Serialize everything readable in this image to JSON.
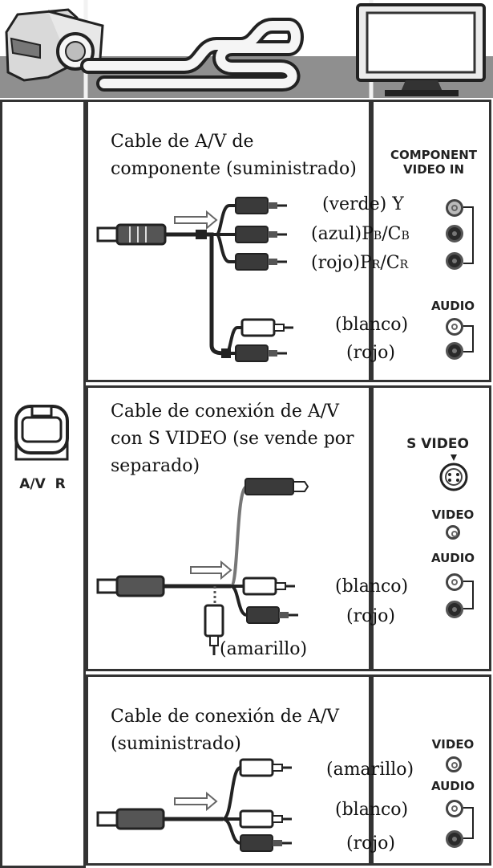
{
  "sections": [
    {
      "title_line1": "Cable de A/V de",
      "title_line2": "componente (suministrado)",
      "tv_label_line1": "COMPONENT",
      "tv_label_line2": "VIDEO IN",
      "audio_label": "AUDIO",
      "plug_labels": {
        "y": "(verde) Y",
        "pb_prefix": "(azul)P",
        "pb_sub1": "B",
        "pb_sep": "/C",
        "pb_sub2": "B",
        "pr_prefix": "(rojo)P",
        "pr_sub1": "R",
        "pr_sep": "/C",
        "pr_sub2": "R",
        "white": "(blanco)",
        "red": "(rojo)"
      }
    },
    {
      "title_line1": "Cable de conexión de A/V",
      "title_line2": "con S VIDEO (se vende por",
      "title_line3": "separado)",
      "tv_svideo_label": "S VIDEO",
      "tv_video_label": "VIDEO",
      "tv_audio_label": "AUDIO",
      "plug_labels": {
        "white": "(blanco)",
        "red": "(rojo)",
        "yellow": "(amarillo)"
      }
    },
    {
      "title_line1": "Cable de conexión de A/V",
      "title_line2": "(suministrado)",
      "tv_video_label": "VIDEO",
      "tv_audio_label": "AUDIO",
      "plug_labels": {
        "yellow": "(amarillo)",
        "white": "(blanco)",
        "red": "(rojo)"
      }
    }
  ],
  "camera_jack_label": "A/V  R",
  "colors": {
    "header_bg": "#8f8f8f",
    "border": "#333333",
    "plug_dark": "#3a3a3a",
    "plug_light": "#ffffff"
  },
  "icons": [
    "camcorder-icon",
    "tv-icon",
    "cable-icon",
    "av-jack-icon",
    "arrow-icon",
    "rca-plug-icon",
    "s-video-jack-icon"
  ]
}
